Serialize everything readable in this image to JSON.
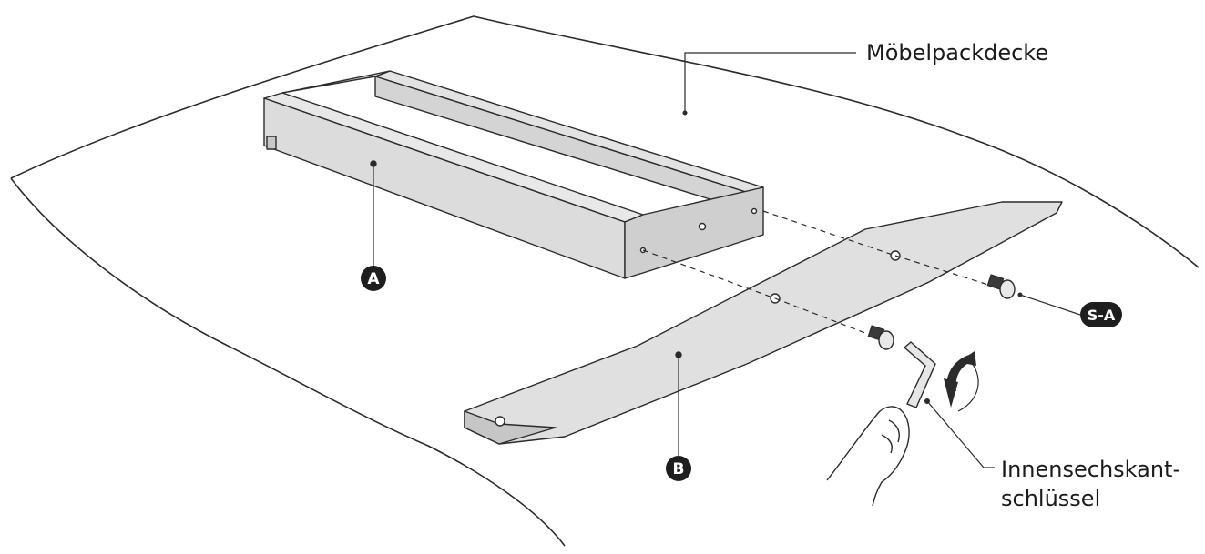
{
  "labels": {
    "blanket": "Möbelpackdecke",
    "wrench_line1": "Innensechskant-",
    "wrench_line2": "schlüssel"
  },
  "badges": {
    "part_a": "A",
    "part_b": "B",
    "screw": "S-A"
  },
  "colors": {
    "line": "#2b2b2b",
    "part_fill": "#e3e3e3",
    "part_shade": "#c8c8c8",
    "badge": "#1e1e1e",
    "background": "#ffffff"
  }
}
